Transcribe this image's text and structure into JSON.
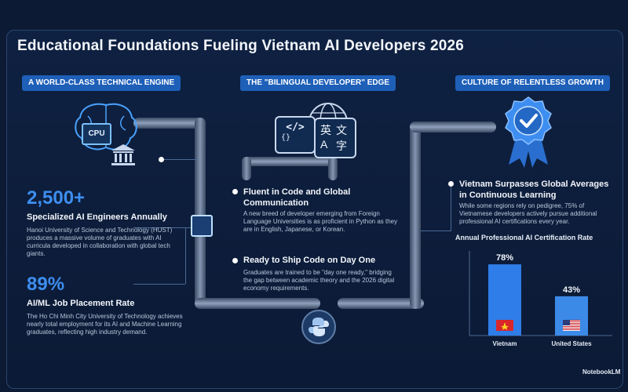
{
  "title": "Educational Foundations Fueling Vietnam AI Developers 2026",
  "sections": {
    "left_header": "A WORLD-CLASS TECHNICAL ENGINE",
    "mid_header": "THE \"BILINGUAL DEVELOPER\" EDGE",
    "right_header": "CULTURE OF RELENTLESS GROWTH"
  },
  "left": {
    "cpu_label": "CPU",
    "stat1_value": "2,500+",
    "stat1_label": "Specialized AI Engineers Annually",
    "stat1_text": "Hanoi University of Science and Technology (HUST) produces a massive volume of graduates with AI curricula developed in collaboration with global tech giants.",
    "stat2_value": "89%",
    "stat2_label": "AI/ML Job Placement Rate",
    "stat2_text": "The Ho Chi Minh City University of Technology achieves nearly total employment for its AI and Machine Learning graduates, reflecting high industry demand."
  },
  "middle": {
    "code_glyph": "</>",
    "brace_glyph": "{}",
    "lang_glyph_1": "英",
    "lang_glyph_2": "文",
    "lang_glyph_3": "A",
    "lang_glyph_4": "字",
    "point1_title": "Fluent in Code and Global Communication",
    "point1_text": "A new breed of developer emerging from Foreign Language Universities is as proficient in Python as they are in English, Japanese, or Korean.",
    "point2_title": "Ready to Ship Code on Day One",
    "point2_text": "Graduates are trained to be \"day one ready,\" bridging the gap between academic theory and the 2026 digital economy requirements."
  },
  "right": {
    "headline": "Vietnam Surpasses Global Averages in Continuous Learning",
    "text": "While some regions rely on pedigree, 75% of Vietnamese developers actively pursue additional professional AI certifications every year.",
    "chart_title": "Annual Professional AI Certification Rate"
  },
  "chart_data": {
    "type": "bar",
    "title": "Annual Professional AI Certification Rate",
    "categories": [
      "Vietnam",
      "United States"
    ],
    "values": [
      78,
      43
    ],
    "value_labels": [
      "78%",
      "43%"
    ],
    "ylim": [
      0,
      100
    ],
    "colors": [
      "#2f7de8",
      "#3b8ae8"
    ]
  },
  "footer": {
    "brand": "NotebookLM"
  },
  "colors": {
    "accent": "#3d8ef0",
    "header_bg": "#1e5fb8",
    "background": "#0c1a33"
  },
  "icons": [
    "brain-icon",
    "cpu-chip-icon",
    "university-building-icon",
    "code-bubble-icon",
    "translate-bubble-icon",
    "globe-icon",
    "award-badge-icon",
    "python-logo-icon",
    "vietnam-flag-icon",
    "usa-flag-icon"
  ]
}
